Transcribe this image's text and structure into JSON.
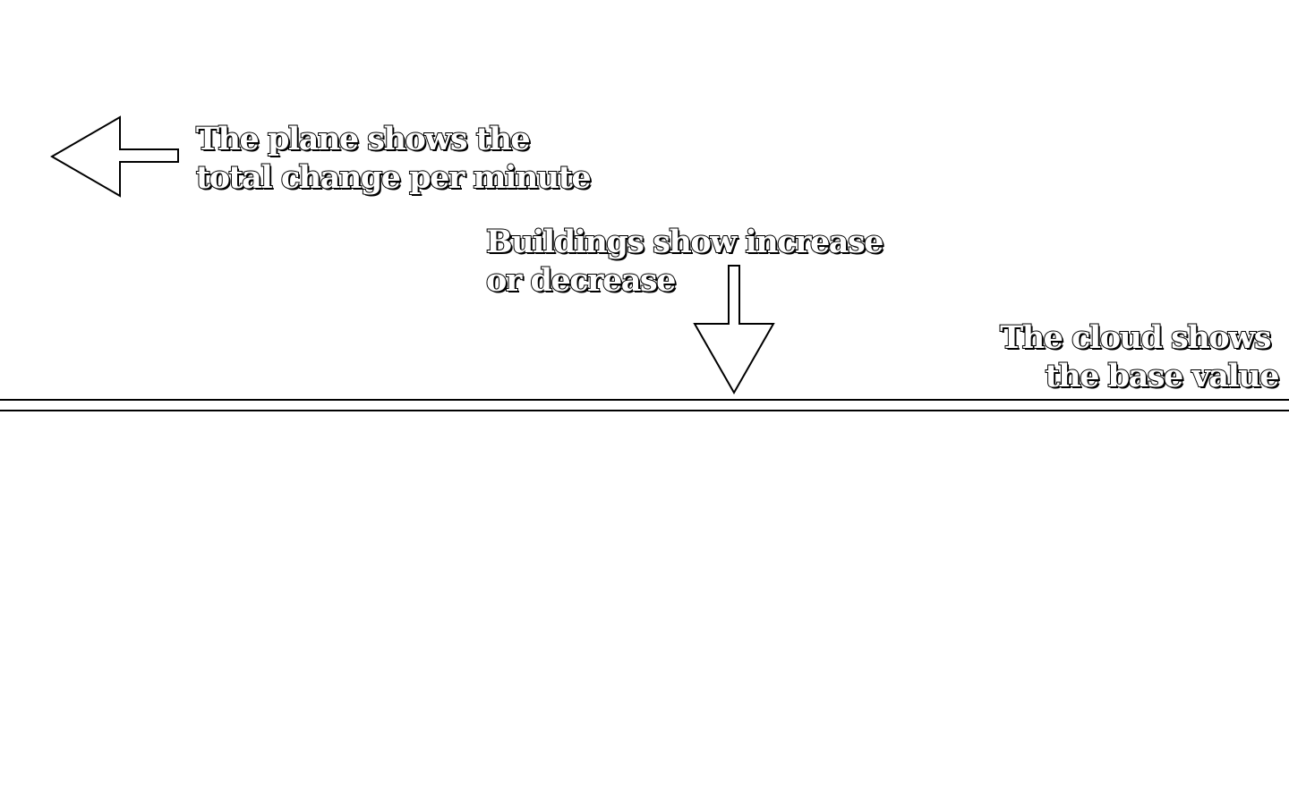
{
  "tutorial": {
    "plane_hint": {
      "line1": "The plane shows the",
      "line2": "total change per minute",
      "arrow_icon": "arrow-left-icon"
    },
    "buildings_hint": {
      "line1": "Buildings show increase",
      "line2": "or decrease",
      "arrow_icon": "arrow-down-icon"
    },
    "cloud_hint": {
      "line1": "The cloud shows",
      "line2": "the base value"
    }
  },
  "colors": {
    "background": "#ffffff",
    "outline": "#000000",
    "text_fill": "#ffffff"
  }
}
